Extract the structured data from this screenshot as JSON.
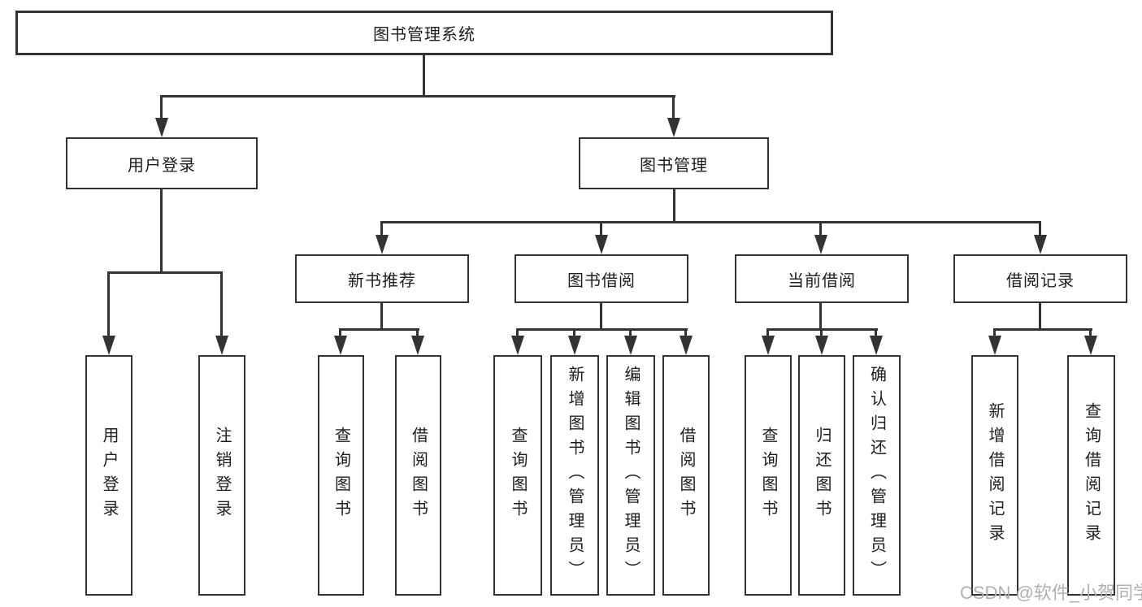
{
  "colors": {
    "line": "#333333",
    "text": "#1d1d1d",
    "box_background": "#ffffff",
    "page_background": "#ffffff",
    "watermark": "#b0b0b0"
  },
  "root_label": "图书管理系统",
  "branches": [
    {
      "label": "用户登录",
      "leaves": [
        "用户登录",
        "注销登录"
      ]
    },
    {
      "label": "图书管理",
      "groups": [
        {
          "label": "新书推荐",
          "leaves": [
            "查询图书",
            "借阅图书"
          ]
        },
        {
          "label": "图书借阅",
          "leaves": [
            "查询图书",
            "新增图书（管理员）",
            "编辑图书（管理员）",
            "借阅图书"
          ]
        },
        {
          "label": "当前借阅",
          "leaves": [
            "查询图书",
            "归还图书",
            "确认归还（管理员）"
          ]
        },
        {
          "label": "借阅记录",
          "leaves": [
            "新增借阅记录",
            "查询借阅记录"
          ]
        }
      ]
    }
  ],
  "watermark": "CSDN @软件_小贺同学"
}
